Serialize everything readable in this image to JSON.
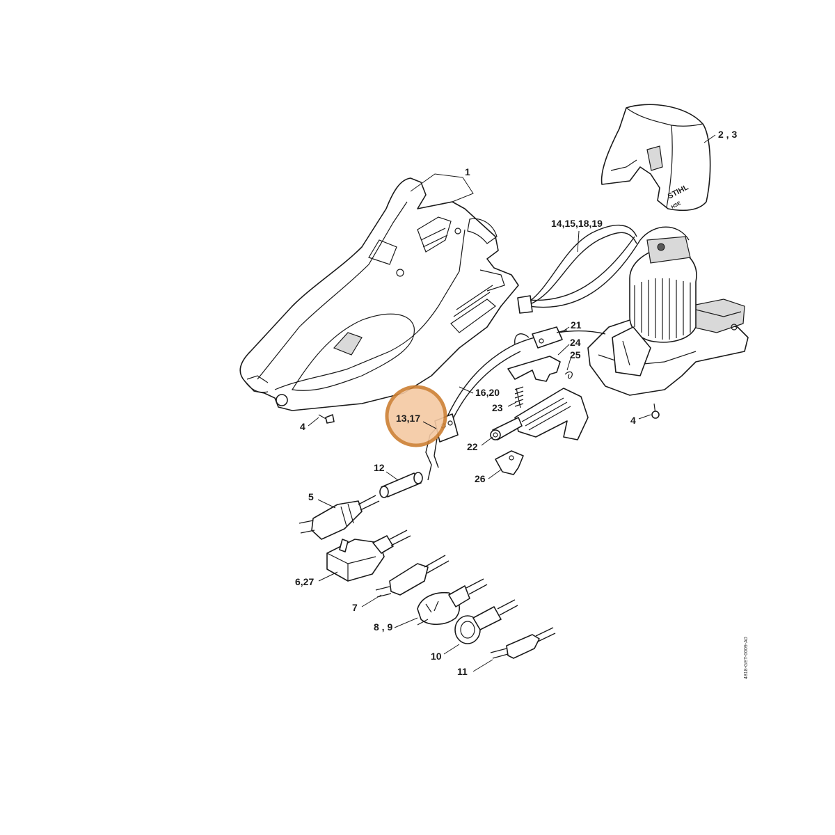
{
  "diagram": {
    "brand_text": "STIHL",
    "model_text": "HSE",
    "drawing_reference": "4818-GET-0009-A0",
    "highlight_color": "#f4c9a3",
    "highlight_border_color": "#cd7f32",
    "callouts": {
      "c1": "1",
      "c2_3": "2 , 3",
      "c14_15_18_19": "14,15,18,19",
      "c21": "21",
      "c24": "24",
      "c25": "25",
      "c16_20": "16,20",
      "c23": "23",
      "c13_17": "13,17",
      "c22": "22",
      "c26": "26",
      "c4_left": "4",
      "c4_right": "4",
      "c12": "12",
      "c5": "5",
      "c6_27": "6,27",
      "c7": "7",
      "c8_9": "8 , 9",
      "c10": "10",
      "c11": "11"
    }
  }
}
